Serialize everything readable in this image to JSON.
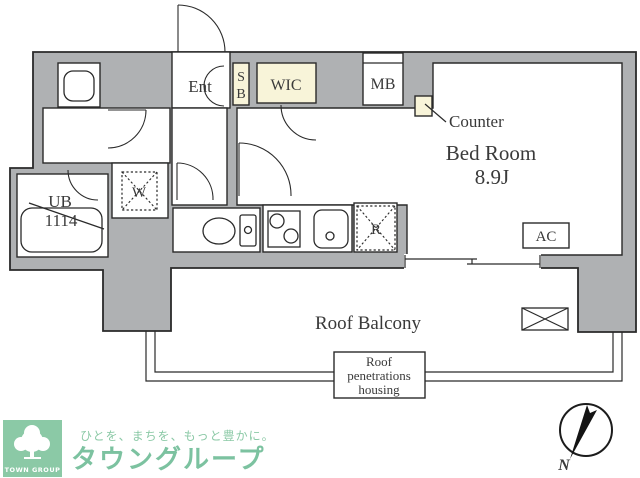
{
  "plan": {
    "rooms": {
      "entrance": "Ent",
      "shoebox_line1": "S",
      "shoebox_line2": "B",
      "walk_in_closet": "WIC",
      "meter_box": "MB",
      "counter": "Counter",
      "bedroom_name": "Bed Room",
      "bedroom_size": "8.9J",
      "unit_bath": "UB",
      "unit_bath_size": "1114",
      "washer": "W",
      "refrigerator": "R",
      "air_conditioner": "AC",
      "balcony": "Roof Balcony",
      "roof_pen_lines": [
        "Roof",
        "penetrations",
        "housing"
      ]
    },
    "compass": {
      "north": "N"
    }
  },
  "logo": {
    "badge": "TOWN GROUP",
    "tagline": "ひとを、まちを、もっと豊かに。",
    "brand": "タウングループ"
  },
  "colors": {
    "wall": "#afb1b3",
    "line": "#2a2a2a",
    "closet": "#f8f4d9",
    "text": "#3a3a3a",
    "green": "#7cc2a0",
    "green_light": "#8bc9a6"
  }
}
